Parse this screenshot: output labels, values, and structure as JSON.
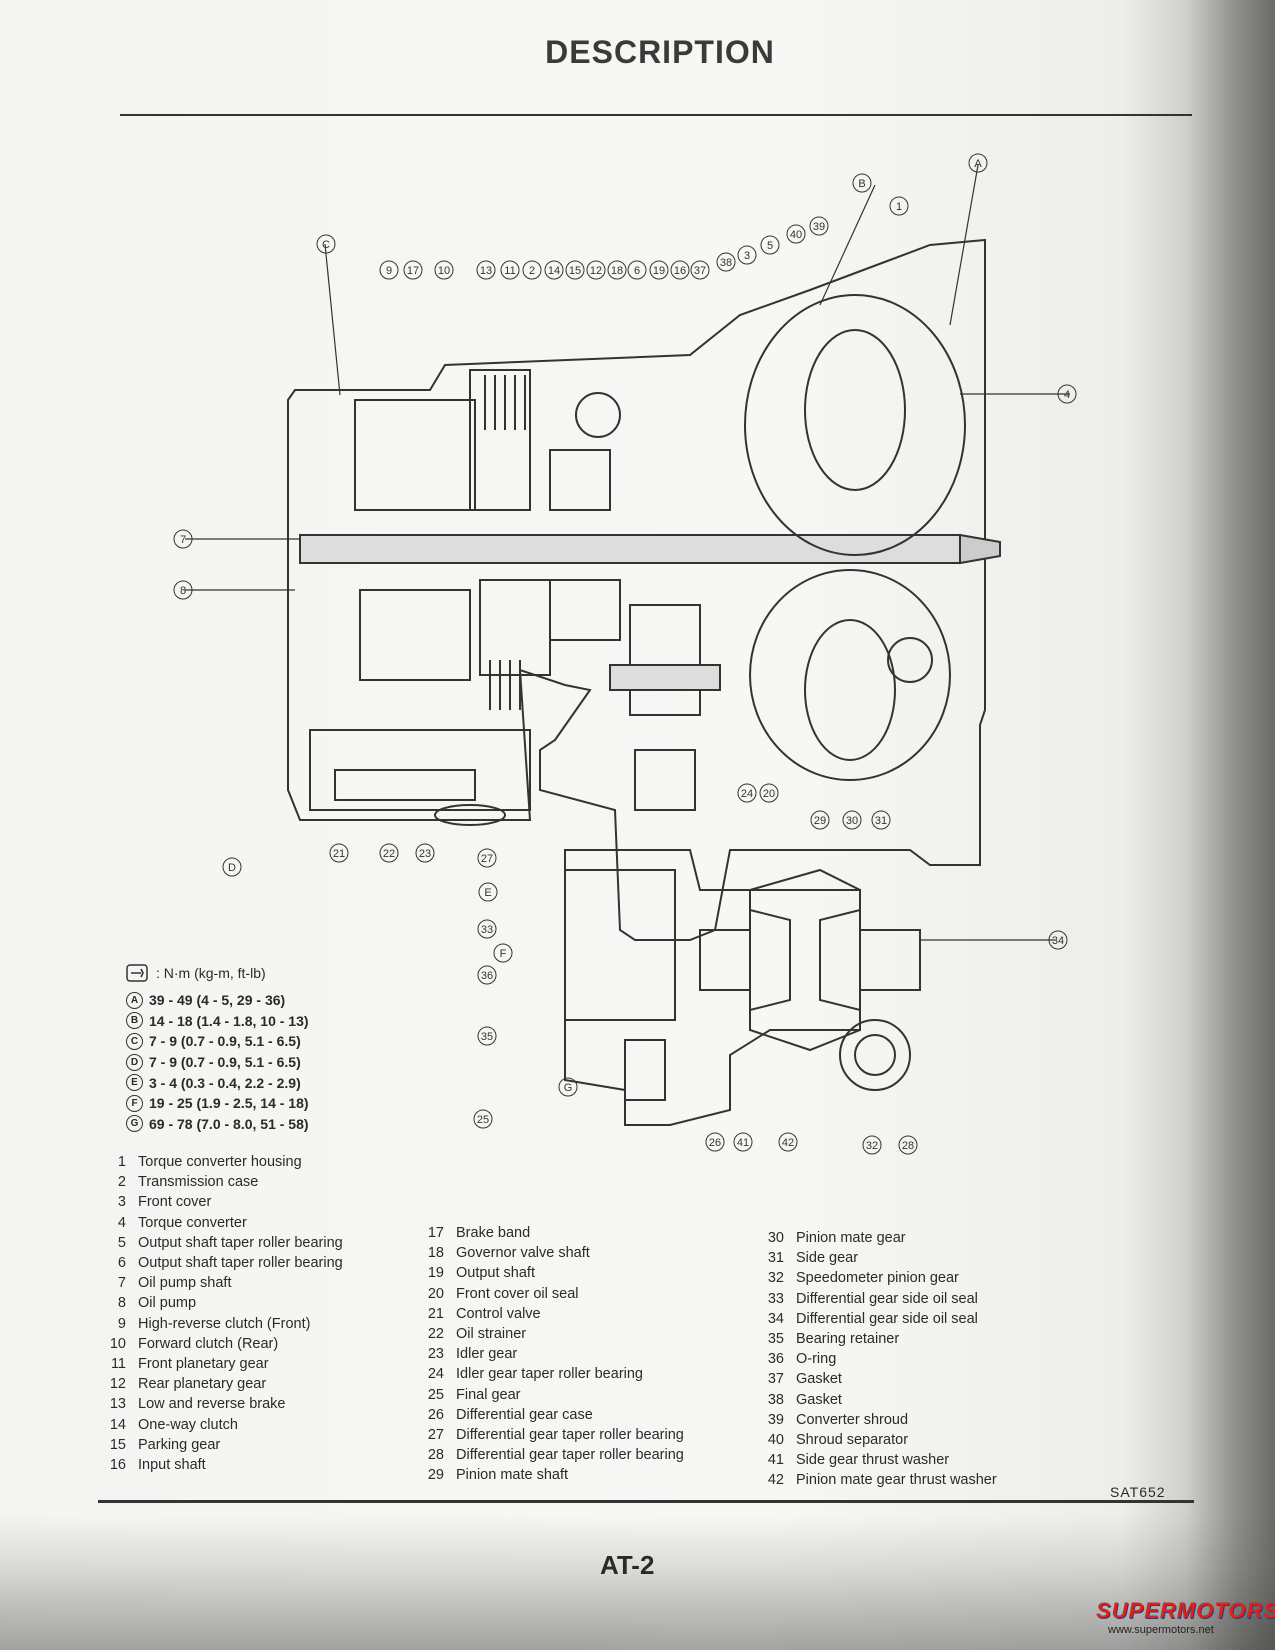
{
  "header": {
    "title": "DESCRIPTION"
  },
  "diagram": {
    "callouts": [
      "A",
      "B",
      "C",
      "D",
      "E",
      "F",
      "G",
      "1",
      "2",
      "3",
      "4",
      "5",
      "6",
      "7",
      "8",
      "9",
      "10",
      "11",
      "12",
      "13",
      "14",
      "15",
      "16",
      "17",
      "18",
      "19",
      "20",
      "21",
      "22",
      "23",
      "24",
      "25",
      "26",
      "27",
      "28",
      "29",
      "30",
      "31",
      "32",
      "33",
      "34",
      "35",
      "36",
      "37",
      "38",
      "39",
      "40",
      "41",
      "42"
    ]
  },
  "torque": {
    "unit_label": ": N·m (kg-m, ft-lb)",
    "specs": [
      {
        "letter": "A",
        "value": "39 - 49 (4 - 5, 29 - 36)"
      },
      {
        "letter": "B",
        "value": "14 - 18 (1.4 - 1.8, 10 - 13)"
      },
      {
        "letter": "C",
        "value": "7 - 9 (0.7 - 0.9, 5.1 - 6.5)"
      },
      {
        "letter": "D",
        "value": "7 - 9 (0.7 - 0.9, 5.1 - 6.5)"
      },
      {
        "letter": "E",
        "value": "3 - 4 (0.3 - 0.4, 2.2 - 2.9)"
      },
      {
        "letter": "F",
        "value": "19 - 25 (1.9 - 2.5, 14 - 18)"
      },
      {
        "letter": "G",
        "value": "69 - 78 (7.0 - 8.0, 51 - 58)"
      }
    ]
  },
  "legend": {
    "col1": [
      {
        "num": "1",
        "text": "Torque converter housing"
      },
      {
        "num": "2",
        "text": "Transmission case"
      },
      {
        "num": "3",
        "text": "Front cover"
      },
      {
        "num": "4",
        "text": "Torque converter"
      },
      {
        "num": "5",
        "text": "Output shaft taper roller bearing"
      },
      {
        "num": "6",
        "text": "Output shaft taper roller bearing"
      },
      {
        "num": "7",
        "text": "Oil pump shaft"
      },
      {
        "num": "8",
        "text": "Oil pump"
      },
      {
        "num": "9",
        "text": "High-reverse clutch (Front)"
      },
      {
        "num": "10",
        "text": "Forward clutch (Rear)"
      },
      {
        "num": "11",
        "text": "Front planetary gear"
      },
      {
        "num": "12",
        "text": "Rear planetary gear"
      },
      {
        "num": "13",
        "text": "Low and reverse brake"
      },
      {
        "num": "14",
        "text": "One-way clutch"
      },
      {
        "num": "15",
        "text": "Parking gear"
      },
      {
        "num": "16",
        "text": "Input shaft"
      }
    ],
    "col2": [
      {
        "num": "17",
        "text": "Brake band"
      },
      {
        "num": "18",
        "text": "Governor valve shaft"
      },
      {
        "num": "19",
        "text": "Output shaft"
      },
      {
        "num": "20",
        "text": "Front cover oil seal"
      },
      {
        "num": "21",
        "text": "Control valve"
      },
      {
        "num": "22",
        "text": "Oil strainer"
      },
      {
        "num": "23",
        "text": "Idler gear"
      },
      {
        "num": "24",
        "text": "Idler gear taper roller bearing"
      },
      {
        "num": "25",
        "text": "Final gear"
      },
      {
        "num": "26",
        "text": "Differential gear case"
      },
      {
        "num": "27",
        "text": "Differential gear taper roller bearing"
      },
      {
        "num": "28",
        "text": "Differential gear taper roller bearing"
      },
      {
        "num": "29",
        "text": "Pinion mate shaft"
      }
    ],
    "col3": [
      {
        "num": "30",
        "text": "Pinion mate gear"
      },
      {
        "num": "31",
        "text": "Side gear"
      },
      {
        "num": "32",
        "text": "Speedometer pinion gear"
      },
      {
        "num": "33",
        "text": "Differential gear side oil seal"
      },
      {
        "num": "34",
        "text": "Differential gear side oil seal"
      },
      {
        "num": "35",
        "text": "Bearing retainer"
      },
      {
        "num": "36",
        "text": "O-ring"
      },
      {
        "num": "37",
        "text": "Gasket"
      },
      {
        "num": "38",
        "text": "Gasket"
      },
      {
        "num": "39",
        "text": "Converter shroud"
      },
      {
        "num": "40",
        "text": "Shroud separator"
      },
      {
        "num": "41",
        "text": "Side gear thrust washer"
      },
      {
        "num": "42",
        "text": "Pinion mate gear thrust washer"
      }
    ]
  },
  "figure_code": "SAT652",
  "footer": {
    "page": "AT-2"
  },
  "watermark": {
    "brand": "SUPERMOTORS",
    "url": "www.supermotors.net"
  }
}
